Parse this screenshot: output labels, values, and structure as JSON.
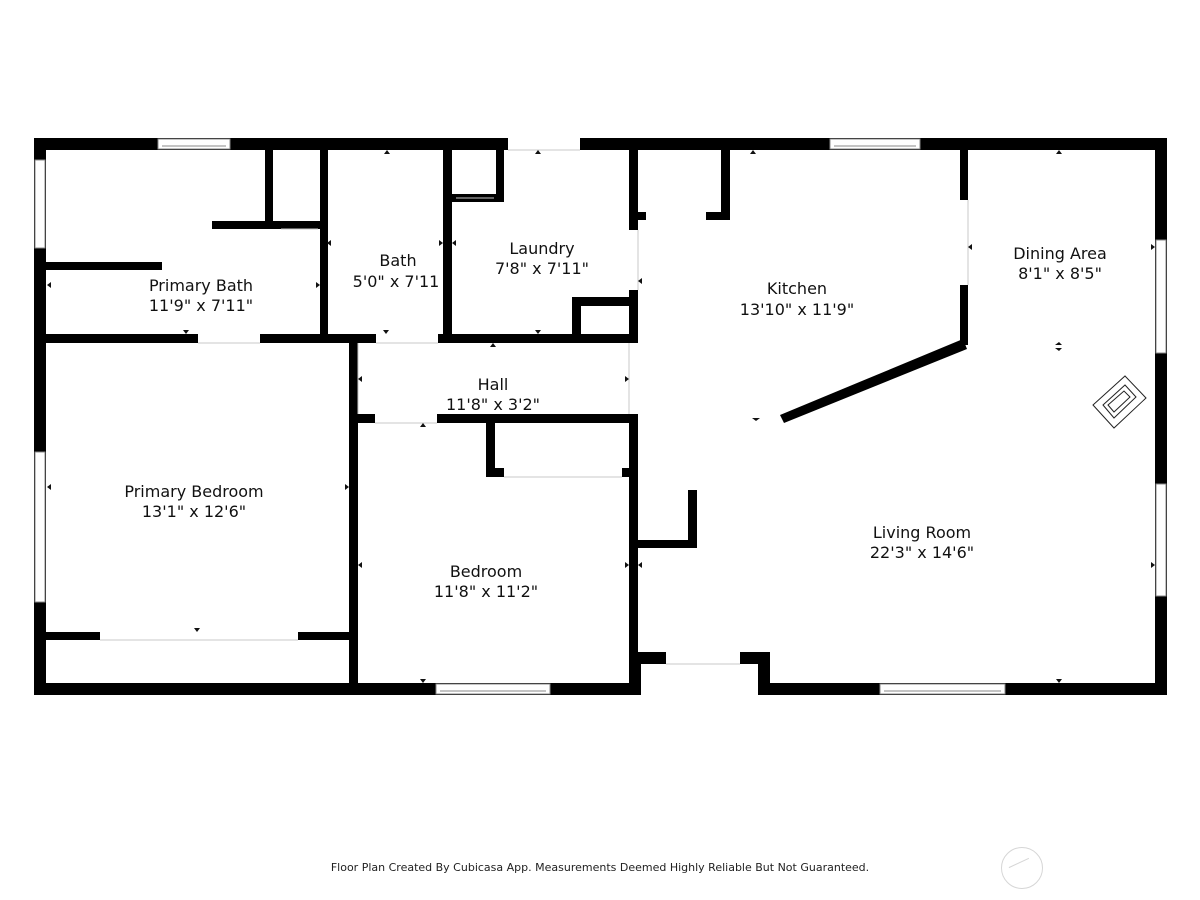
{
  "rooms": {
    "primary_bath": {
      "name": "Primary Bath",
      "dims": "11'9\" x 7'11\""
    },
    "bath": {
      "name": "Bath",
      "dims": "5'0\" x 7'11"
    },
    "laundry": {
      "name": "Laundry",
      "dims": "7'8\" x 7'11\""
    },
    "kitchen": {
      "name": "Kitchen",
      "dims": "13'10\" x 11'9\""
    },
    "dining_area": {
      "name": "Dining Area",
      "dims": "8'1\" x 8'5\""
    },
    "hall": {
      "name": "Hall",
      "dims": "11'8\" x 3'2\""
    },
    "primary_bedroom": {
      "name": "Primary Bedroom",
      "dims": "13'1\" x 12'6\""
    },
    "bedroom": {
      "name": "Bedroom",
      "dims": "11'8\" x 11'2\""
    },
    "living_room": {
      "name": "Living Room",
      "dims": "22'3\" x 14'6\""
    }
  },
  "footer": {
    "disclaimer": "Floor Plan Created By Cubicasa App. Measurements Deemed Highly Reliable But Not Guaranteed."
  },
  "colors": {
    "wall": "#000000",
    "window_frame": "#bdbdbd",
    "background": "#ffffff"
  }
}
